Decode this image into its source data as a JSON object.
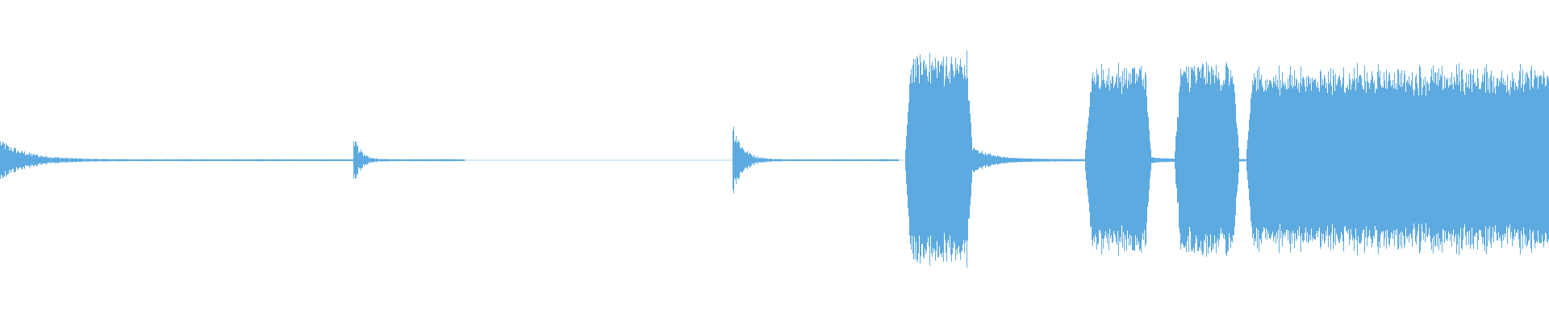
{
  "waveform": {
    "color": "#5DAAE0",
    "background": "#FFFFFF",
    "segments": [
      {
        "kind": "impulse",
        "start": 0.0,
        "end": 0.3,
        "peak": 0.2
      },
      {
        "kind": "impulse",
        "start": 0.228,
        "end": 0.3,
        "peak": 0.28
      },
      {
        "kind": "impulse",
        "start": 0.473,
        "end": 0.58,
        "peak": 0.4
      },
      {
        "kind": "burst",
        "start": 0.584,
        "end": 0.628,
        "amplitude": 1.0,
        "tail": 0.12
      },
      {
        "kind": "burst",
        "start": 0.7,
        "end": 0.743,
        "amplitude": 0.9,
        "tail": 0.02
      },
      {
        "kind": "burst",
        "start": 0.758,
        "end": 0.8,
        "amplitude": 0.92,
        "tail": 0.0
      },
      {
        "kind": "burst",
        "start": 0.804,
        "end": 1.0,
        "amplitude": 0.87,
        "tail": 0.0
      }
    ]
  }
}
